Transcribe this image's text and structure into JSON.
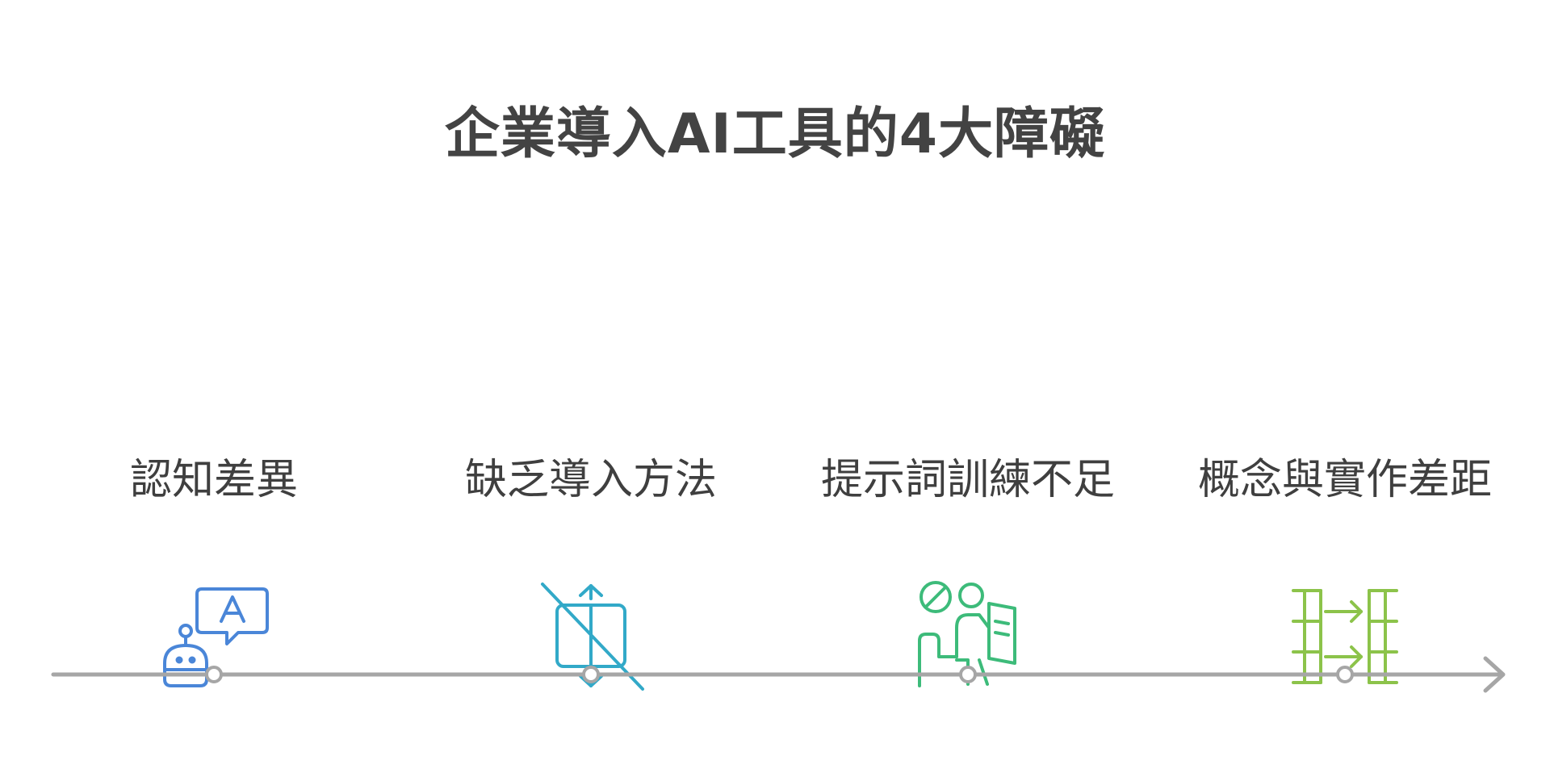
{
  "title": "企業導入AI工具的4大障礙",
  "colors": {
    "axis": "#a6a6a6",
    "title": "#434343",
    "label": "#3f3f3f",
    "step1": "#4a86d8",
    "step2": "#32a9c8",
    "step3": "#3dbb7a",
    "step4": "#8cc34a"
  },
  "steps": [
    {
      "label": "認知差異",
      "icon": "robot-speech-bubble-icon"
    },
    {
      "label": "缺乏導入方法",
      "icon": "crossed-out-resize-icon"
    },
    {
      "label": "提示詞訓練不足",
      "icon": "person-blocked-with-document-icon"
    },
    {
      "label": "概念與實作差距",
      "icon": "gap-arrows-grid-icon"
    }
  ]
}
